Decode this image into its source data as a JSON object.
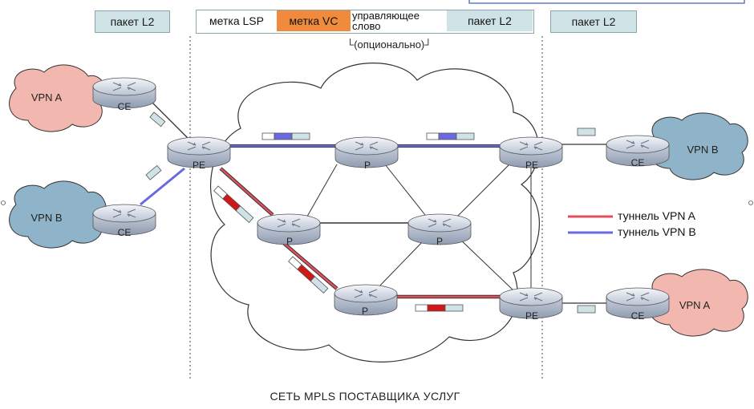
{
  "header": {
    "l2_left": "пакет L2",
    "l2_right": "пакет L2",
    "frame": {
      "lsp_label": "метка LSP",
      "vc_label": "метка VC",
      "control_word": "управляющее слово",
      "l2_packet": "пакет L2"
    },
    "optional_note": "(опционально)"
  },
  "clouds": {
    "vpn_a_left": "VPN A",
    "vpn_b_left": "VPN B",
    "vpn_b_right": "VPN B",
    "vpn_a_right": "VPN A"
  },
  "routers": {
    "ce": "CE",
    "pe": "PE",
    "p": "P"
  },
  "legend": {
    "tunnel_a": "туннель VPN A",
    "tunnel_b": "туннель VPN B"
  },
  "footer": {
    "network_title": "СЕТЬ MPLS ПОСТАВЩИКА УСЛУГ"
  },
  "colors": {
    "tunnel_a": "#e0505a",
    "tunnel_b": "#6a6ae0",
    "vpn_a_cloud": "#f2b8b0",
    "vpn_b_cloud": "#8fb3c8",
    "vc_label": "#f08a3c",
    "l2_box": "#cfe3e6"
  }
}
